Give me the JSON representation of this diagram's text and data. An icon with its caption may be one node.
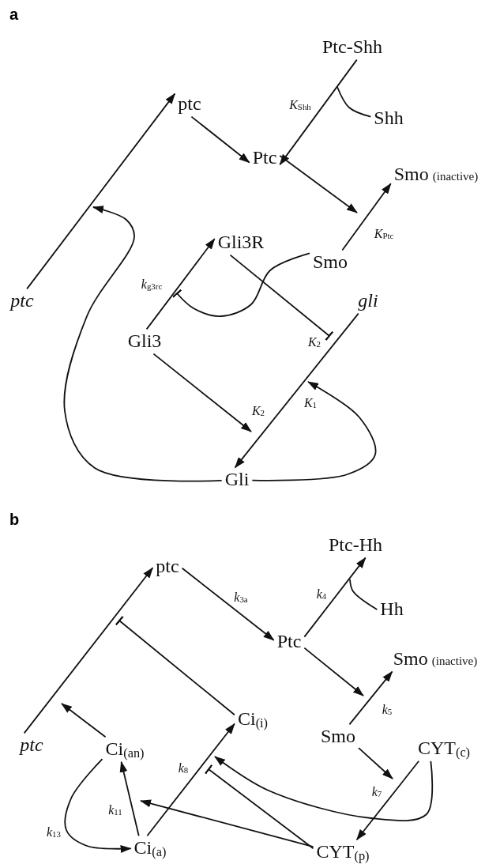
{
  "diagram": {
    "nodes": [
      {
        "text": [
          "Ptc-Shh"
        ]
      },
      {
        "text": [
          "Shh"
        ]
      },
      {
        "text": [
          "ptc"
        ]
      },
      {
        "text": [
          "Ptc"
        ]
      },
      {
        "text": [
          "Smo",
          "(inactive)"
        ]
      },
      {
        "text": [
          "Gli3R"
        ]
      },
      {
        "text": [
          "Smo"
        ]
      },
      {
        "text": [
          "ptc"
        ]
      },
      {
        "text": [
          "gli"
        ]
      },
      {
        "text": [
          "Gli3"
        ]
      },
      {
        "text": [
          "Gli"
        ]
      },
      {
        "text": [
          "Ptc-Hh"
        ]
      },
      {
        "text": [
          "Hh"
        ]
      },
      {
        "text": [
          "ptc"
        ]
      },
      {
        "text": [
          "Ptc"
        ]
      },
      {
        "text": [
          "Smo",
          "(inactive)"
        ]
      },
      {
        "text": [
          "Ci$_{(i)}$"
        ]
      },
      {
        "text": [
          "Smo"
        ]
      },
      {
        "text": [
          "CYT$_{(c)}$"
        ]
      },
      {
        "text": [
          "ptc"
        ]
      },
      {
        "text": [
          "Ci$_{(an)}$"
        ]
      },
      {
        "text": [
          "Ci$_{(a)}$"
        ]
      },
      {
        "text": [
          "CYT$_{(p)}$"
        ]
      }
    ],
    "edges": [
      {
        "from": 0,
        "to": 3,
        "arrow": "to",
        "label": "*K*$_{Shh}$"
      },
      {
        "from": 1,
        "to": null,
        "arrow": "none"
      },
      {
        "from": 2,
        "to": 3,
        "arrow": "to"
      },
      {
        "from": 7,
        "to": 2,
        "arrow": "to"
      },
      {
        "from": 10,
        "to": null,
        "arrow": "to"
      },
      {
        "from": 3,
        "to": null,
        "arrow": "to"
      },
      {
        "from": 6,
        "to": 4,
        "arrow": "to",
        "label": "*K*$_{Ptc}$"
      },
      {
        "from": 9,
        "to": 5,
        "arrow": "to",
        "label": "*k*$_{g3rc}$"
      },
      {
        "from": 6,
        "to": null,
        "arrow": "other"
      },
      {
        "from": 5,
        "to": null,
        "arrow": "other",
        "label": "*K*$_{2}$"
      },
      {
        "from": 8,
        "to": 10,
        "arrow": "to"
      },
      {
        "from": 9,
        "to": null,
        "arrow": "to",
        "label": "*K*$_{2}$"
      },
      {
        "from": 10,
        "to": null,
        "arrow": "to",
        "label": "*K*$_{1}$"
      },
      {
        "from": 19,
        "to": 13,
        "arrow": "to"
      },
      {
        "from": 16,
        "to": null,
        "arrow": "other"
      },
      {
        "from": 20,
        "to": null,
        "arrow": "to"
      },
      {
        "from": 13,
        "to": 14,
        "arrow": "to",
        "label": "*k*$_{3a}$"
      },
      {
        "from": 14,
        "to": 11,
        "arrow": "to",
        "label": "*k*$_{4}$"
      },
      {
        "from": 12,
        "to": null,
        "arrow": "none"
      },
      {
        "from": 14,
        "to": null,
        "arrow": "to"
      },
      {
        "from": 17,
        "to": 15,
        "arrow": "to",
        "label": "*k*$_{5}$"
      },
      {
        "from": 17,
        "to": null,
        "arrow": "to"
      },
      {
        "from": 18,
        "to": 22,
        "arrow": "to",
        "label": "*k*$_{7}$"
      },
      {
        "from": 18,
        "to": null,
        "arrow": "to"
      },
      {
        "from": 21,
        "to": 16,
        "arrow": "to",
        "label": "*k*$_{8}$"
      },
      {
        "from": 22,
        "to": null,
        "arrow": "other"
      },
      {
        "from": 22,
        "to": null,
        "arrow": "to"
      },
      {
        "from": 21,
        "to": 20,
        "arrow": "to",
        "label": "*k*$_{11}$"
      },
      {
        "from": 20,
        "to": 21,
        "arrow": "to",
        "label": "*k*$_{13}$"
      }
    ],
    "labels": [
      "a",
      "b"
    ]
  }
}
